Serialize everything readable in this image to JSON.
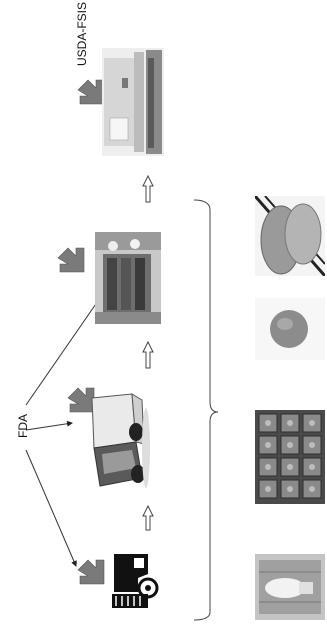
{
  "labels": {
    "usda": "USDA-FSIS",
    "fda": "FDA"
  },
  "icons": [
    "harvest-combine-icon",
    "delivery-truck-icon",
    "processing-workers-photo",
    "retail-store-photo",
    "refrigerated-storage-photo",
    "seedling-trays-photo",
    "round-fruit-photo",
    "sliced-produce-photo"
  ],
  "colors": {
    "arrow_gray": "#7a7a7a",
    "line": "#333333",
    "bracket": "#444444"
  }
}
